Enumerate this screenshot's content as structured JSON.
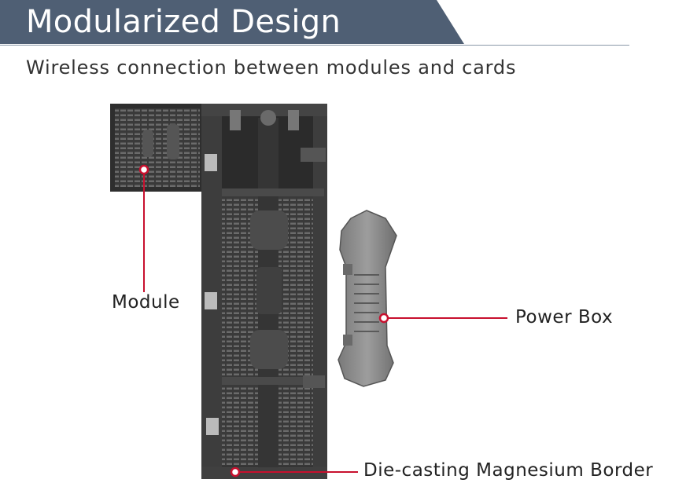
{
  "header": {
    "title": "Modularized Design",
    "subtitle": "Wireless connection between modules and cards"
  },
  "callouts": {
    "module": "Module",
    "power_box": "Power Box",
    "border": "Die-casting Magnesium Border"
  },
  "colors": {
    "banner": "#4f5f74",
    "callout": "#c8102e"
  }
}
